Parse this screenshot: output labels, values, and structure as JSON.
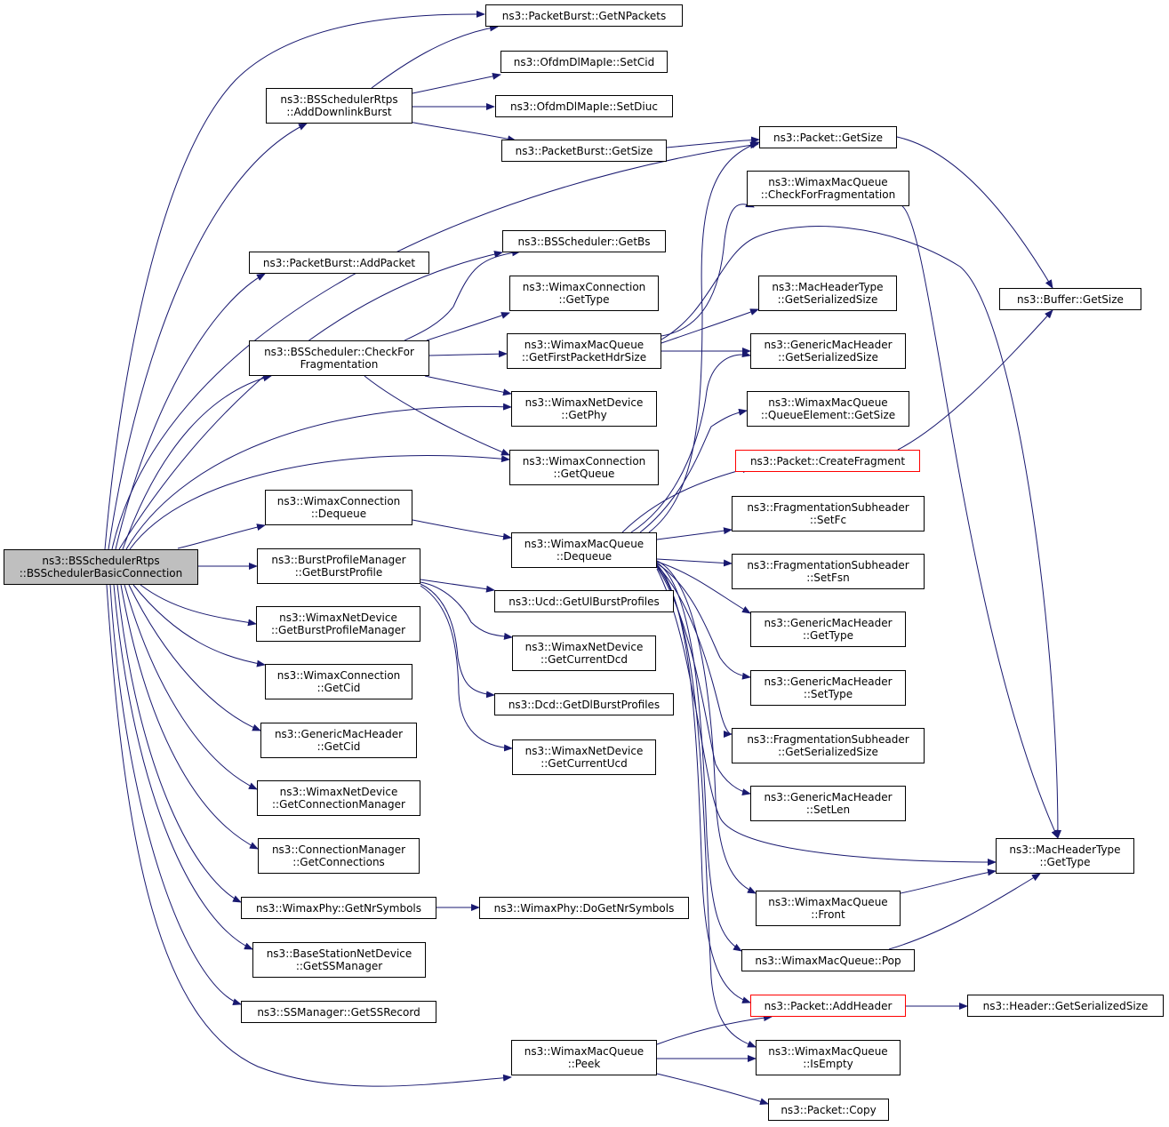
{
  "colors": {
    "edge": "#191970",
    "node_border": "#000000",
    "node_border_external": "#ff0000",
    "root_fill": "#bfbfbf"
  },
  "nodes": {
    "root": [
      "ns3::BSSchedulerRtps",
      "::BSSchedulerBasicConnection"
    ],
    "add_downlink_burst": [
      "ns3::BSSchedulerRtps",
      "::AddDownlinkBurst"
    ],
    "pb_get_n_packets": [
      "ns3::PacketBurst::GetNPackets"
    ],
    "ofdm_set_cid": [
      "ns3::OfdmDlMapIe::SetCid"
    ],
    "ofdm_set_diuc": [
      "ns3::OfdmDlMapIe::SetDiuc"
    ],
    "pb_get_size": [
      "ns3::PacketBurst::GetSize"
    ],
    "packet_get_size": [
      "ns3::Packet::GetSize"
    ],
    "buffer_get_size": [
      "ns3::Buffer::GetSize"
    ],
    "wmq_check_frag": [
      "ns3::WimaxMacQueue",
      "::CheckForFragmentation"
    ],
    "pb_add_packet": [
      "ns3::PacketBurst::AddPacket"
    ],
    "bs_get_bs": [
      "ns3::BSScheduler::GetBs"
    ],
    "wc_get_type": [
      "ns3::WimaxConnection",
      "::GetType"
    ],
    "mht_get_serialized_size": [
      "ns3::MacHeaderType",
      "::GetSerializedSize"
    ],
    "bs_check_frag": [
      "ns3::BSScheduler::CheckFor",
      "Fragmentation"
    ],
    "wmq_first_hdr_size": [
      "ns3::WimaxMacQueue",
      "::GetFirstPacketHdrSize"
    ],
    "gmh_get_serialized_size": [
      "ns3::GenericMacHeader",
      "::GetSerializedSize"
    ],
    "wnd_get_phy": [
      "ns3::WimaxNetDevice",
      "::GetPhy"
    ],
    "wmq_qe_get_size": [
      "ns3::WimaxMacQueue",
      "::QueueElement::GetSize"
    ],
    "packet_create_fragment": [
      "ns3::Packet::CreateFragment"
    ],
    "wc_get_queue": [
      "ns3::WimaxConnection",
      "::GetQueue"
    ],
    "wc_dequeue": [
      "ns3::WimaxConnection",
      "::Dequeue"
    ],
    "fs_set_fc": [
      "ns3::FragmentationSubheader",
      "::SetFc"
    ],
    "wmq_dequeue": [
      "ns3::WimaxMacQueue",
      "::Dequeue"
    ],
    "bpm_get_burst_profile": [
      "ns3::BurstProfileManager",
      "::GetBurstProfile"
    ],
    "fs_set_fsn": [
      "ns3::FragmentationSubheader",
      "::SetFsn"
    ],
    "ucd_get_ul": [
      "ns3::Ucd::GetUlBurstProfiles"
    ],
    "gmh_get_type": [
      "ns3::GenericMacHeader",
      "::GetType"
    ],
    "wnd_get_bpm": [
      "ns3::WimaxNetDevice",
      "::GetBurstProfileManager"
    ],
    "wnd_current_dcd": [
      "ns3::WimaxNetDevice",
      "::GetCurrentDcd"
    ],
    "wc_get_cid": [
      "ns3::WimaxConnection",
      "::GetCid"
    ],
    "gmh_set_type": [
      "ns3::GenericMacHeader",
      "::SetType"
    ],
    "dcd_get_dl": [
      "ns3::Dcd::GetDlBurstProfiles"
    ],
    "gmh_get_cid": [
      "ns3::GenericMacHeader",
      "::GetCid"
    ],
    "fs_get_serialized_size": [
      "ns3::FragmentationSubheader",
      "::GetSerializedSize"
    ],
    "wnd_current_ucd": [
      "ns3::WimaxNetDevice",
      "::GetCurrentUcd"
    ],
    "wnd_get_conn_mgr": [
      "ns3::WimaxNetDevice",
      "::GetConnectionManager"
    ],
    "gmh_set_len": [
      "ns3::GenericMacHeader",
      "::SetLen"
    ],
    "cm_get_connections": [
      "ns3::ConnectionManager",
      "::GetConnections"
    ],
    "mht_get_type": [
      "ns3::MacHeaderType",
      "::GetType"
    ],
    "wp_get_nr_symbols": [
      "ns3::WimaxPhy::GetNrSymbols"
    ],
    "wp_do_get_nr_symbols": [
      "ns3::WimaxPhy::DoGetNrSymbols"
    ],
    "wmq_front": [
      "ns3::WimaxMacQueue",
      "::Front"
    ],
    "bsnd_get_ss_manager": [
      "ns3::BaseStationNetDevice",
      "::GetSSManager"
    ],
    "wmq_pop": [
      "ns3::WimaxMacQueue::Pop"
    ],
    "ssm_get_ss_record": [
      "ns3::SSManager::GetSSRecord"
    ],
    "packet_add_header": [
      "ns3::Packet::AddHeader"
    ],
    "header_get_serialized_size": [
      "ns3::Header::GetSerializedSize"
    ],
    "wmq_peek": [
      "ns3::WimaxMacQueue",
      "::Peek"
    ],
    "wmq_is_empty": [
      "ns3::WimaxMacQueue",
      "::IsEmpty"
    ],
    "packet_copy": [
      "ns3::Packet::Copy"
    ]
  }
}
